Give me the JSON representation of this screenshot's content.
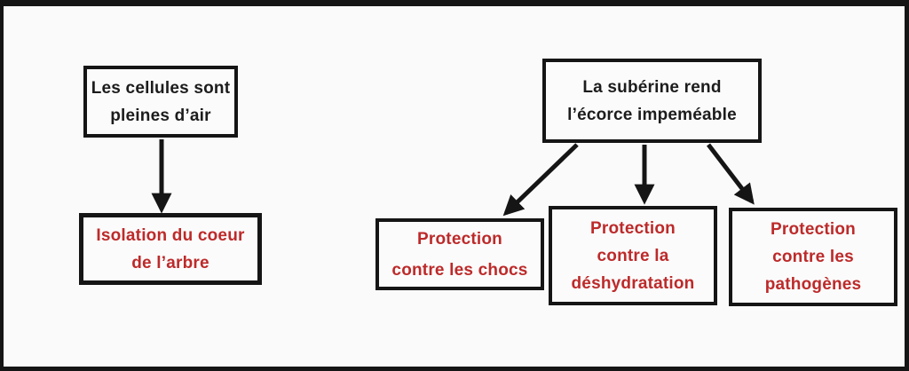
{
  "diagram": {
    "background_color": "#fafafa",
    "frame_color": "#151515",
    "box_border_color": "#151515",
    "black_text_color": "#1c1c1c",
    "red_text_color": "#bd2a2a",
    "nodes": [
      {
        "id": "cells-air",
        "text_color": "#1c1c1c",
        "lines": [
          "Les cellules sont",
          "pleines d’air"
        ]
      },
      {
        "id": "core-isolation",
        "text_color": "#bd2a2a",
        "lines": [
          "Isolation du coeur",
          "de l’arbre"
        ]
      },
      {
        "id": "suberin",
        "text_color": "#1c1c1c",
        "lines": [
          "La subérine rend",
          "l’écorce impeméable"
        ]
      },
      {
        "id": "shock-protection",
        "text_color": "#bd2a2a",
        "lines": [
          "Protection",
          "contre les chocs"
        ]
      },
      {
        "id": "dehydration-protection",
        "text_color": "#bd2a2a",
        "lines": [
          "Protection",
          "contre la",
          "déshydratation"
        ]
      },
      {
        "id": "pathogen-protection",
        "text_color": "#bd2a2a",
        "lines": [
          "Protection",
          "contre les",
          "pathogènes"
        ]
      }
    ],
    "edges": [
      {
        "from": "cells-air",
        "to": "core-isolation"
      },
      {
        "from": "suberin",
        "to": "shock-protection"
      },
      {
        "from": "suberin",
        "to": "dehydration-protection"
      },
      {
        "from": "suberin",
        "to": "pathogen-protection"
      }
    ]
  }
}
